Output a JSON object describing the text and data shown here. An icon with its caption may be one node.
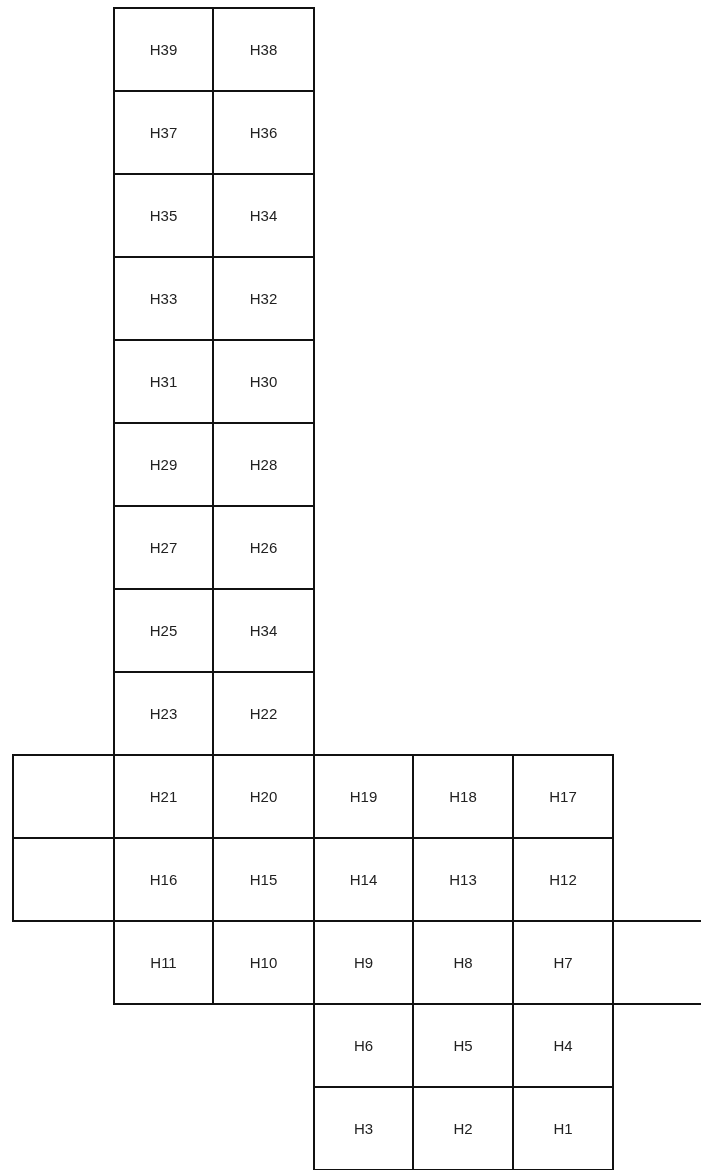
{
  "diagram": {
    "nodes": [
      {
        "text": [
          "H39"
        ]
      },
      {
        "text": [
          "H38"
        ]
      },
      {
        "text": [
          "H37"
        ]
      },
      {
        "text": [
          "H36"
        ]
      },
      {
        "text": [
          "H35"
        ]
      },
      {
        "text": [
          "H34"
        ]
      },
      {
        "text": [
          "H33"
        ]
      },
      {
        "text": [
          "H32"
        ]
      },
      {
        "text": [
          "H31"
        ]
      },
      {
        "text": [
          "H30"
        ]
      },
      {
        "text": [
          "H29"
        ]
      },
      {
        "text": [
          "H28"
        ]
      },
      {
        "text": [
          "H27"
        ]
      },
      {
        "text": [
          "H26"
        ]
      },
      {
        "text": [
          "H25"
        ]
      },
      {
        "text": [
          "H34"
        ]
      },
      {
        "text": [
          "H23"
        ]
      },
      {
        "text": [
          "H22"
        ]
      },
      {
        "text": [],
        "shape": "box"
      },
      {
        "text": [
          "H21"
        ]
      },
      {
        "text": [
          "H20"
        ]
      },
      {
        "text": [
          "H19"
        ]
      },
      {
        "text": [
          "H18"
        ]
      },
      {
        "text": [
          "H17"
        ]
      },
      {
        "text": [],
        "shape": "box"
      },
      {
        "text": [
          "H16"
        ]
      },
      {
        "text": [
          "H15"
        ]
      },
      {
        "text": [
          "H14"
        ]
      },
      {
        "text": [
          "H13"
        ]
      },
      {
        "text": [
          "H12"
        ]
      },
      {
        "text": [
          "H11"
        ]
      },
      {
        "text": [
          "H10"
        ]
      },
      {
        "text": [
          "H9"
        ]
      },
      {
        "text": [
          "H8"
        ]
      },
      {
        "text": [
          "H7"
        ]
      },
      {
        "text": [],
        "shape": "box"
      },
      {
        "text": [
          "H6"
        ]
      },
      {
        "text": [
          "H5"
        ]
      },
      {
        "text": [
          "H4"
        ]
      },
      {
        "text": [
          "H3"
        ]
      },
      {
        "text": [
          "H2"
        ]
      },
      {
        "text": [
          "H1"
        ]
      }
    ]
  }
}
